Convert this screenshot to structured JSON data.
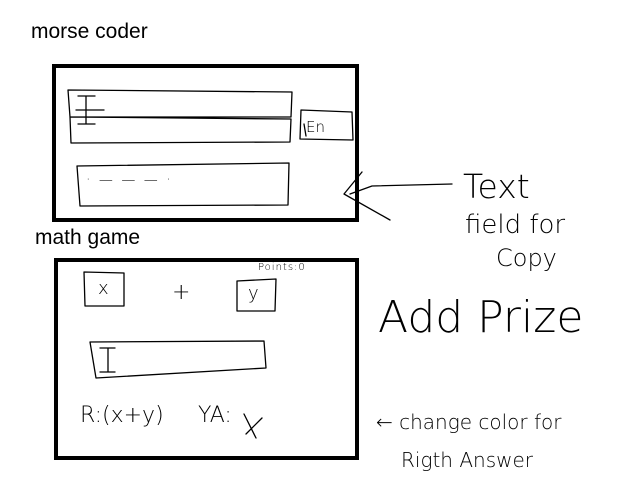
{
  "morse": {
    "title": "morse coder",
    "lang_button": "En",
    "output_code": "· — — — ·"
  },
  "note_copy": {
    "line1": "Text",
    "line2": "field for",
    "line3": "Copy"
  },
  "math": {
    "title": "math game",
    "operand_x": "x",
    "operator": "+",
    "operand_y": "y",
    "points_label": "Points:0",
    "right_answer": "R:(x+y)",
    "your_answer": "YA:"
  },
  "note_prize": "Add Prize",
  "note_color": {
    "line1": "← change color for",
    "line2": "Rigth Answer"
  }
}
